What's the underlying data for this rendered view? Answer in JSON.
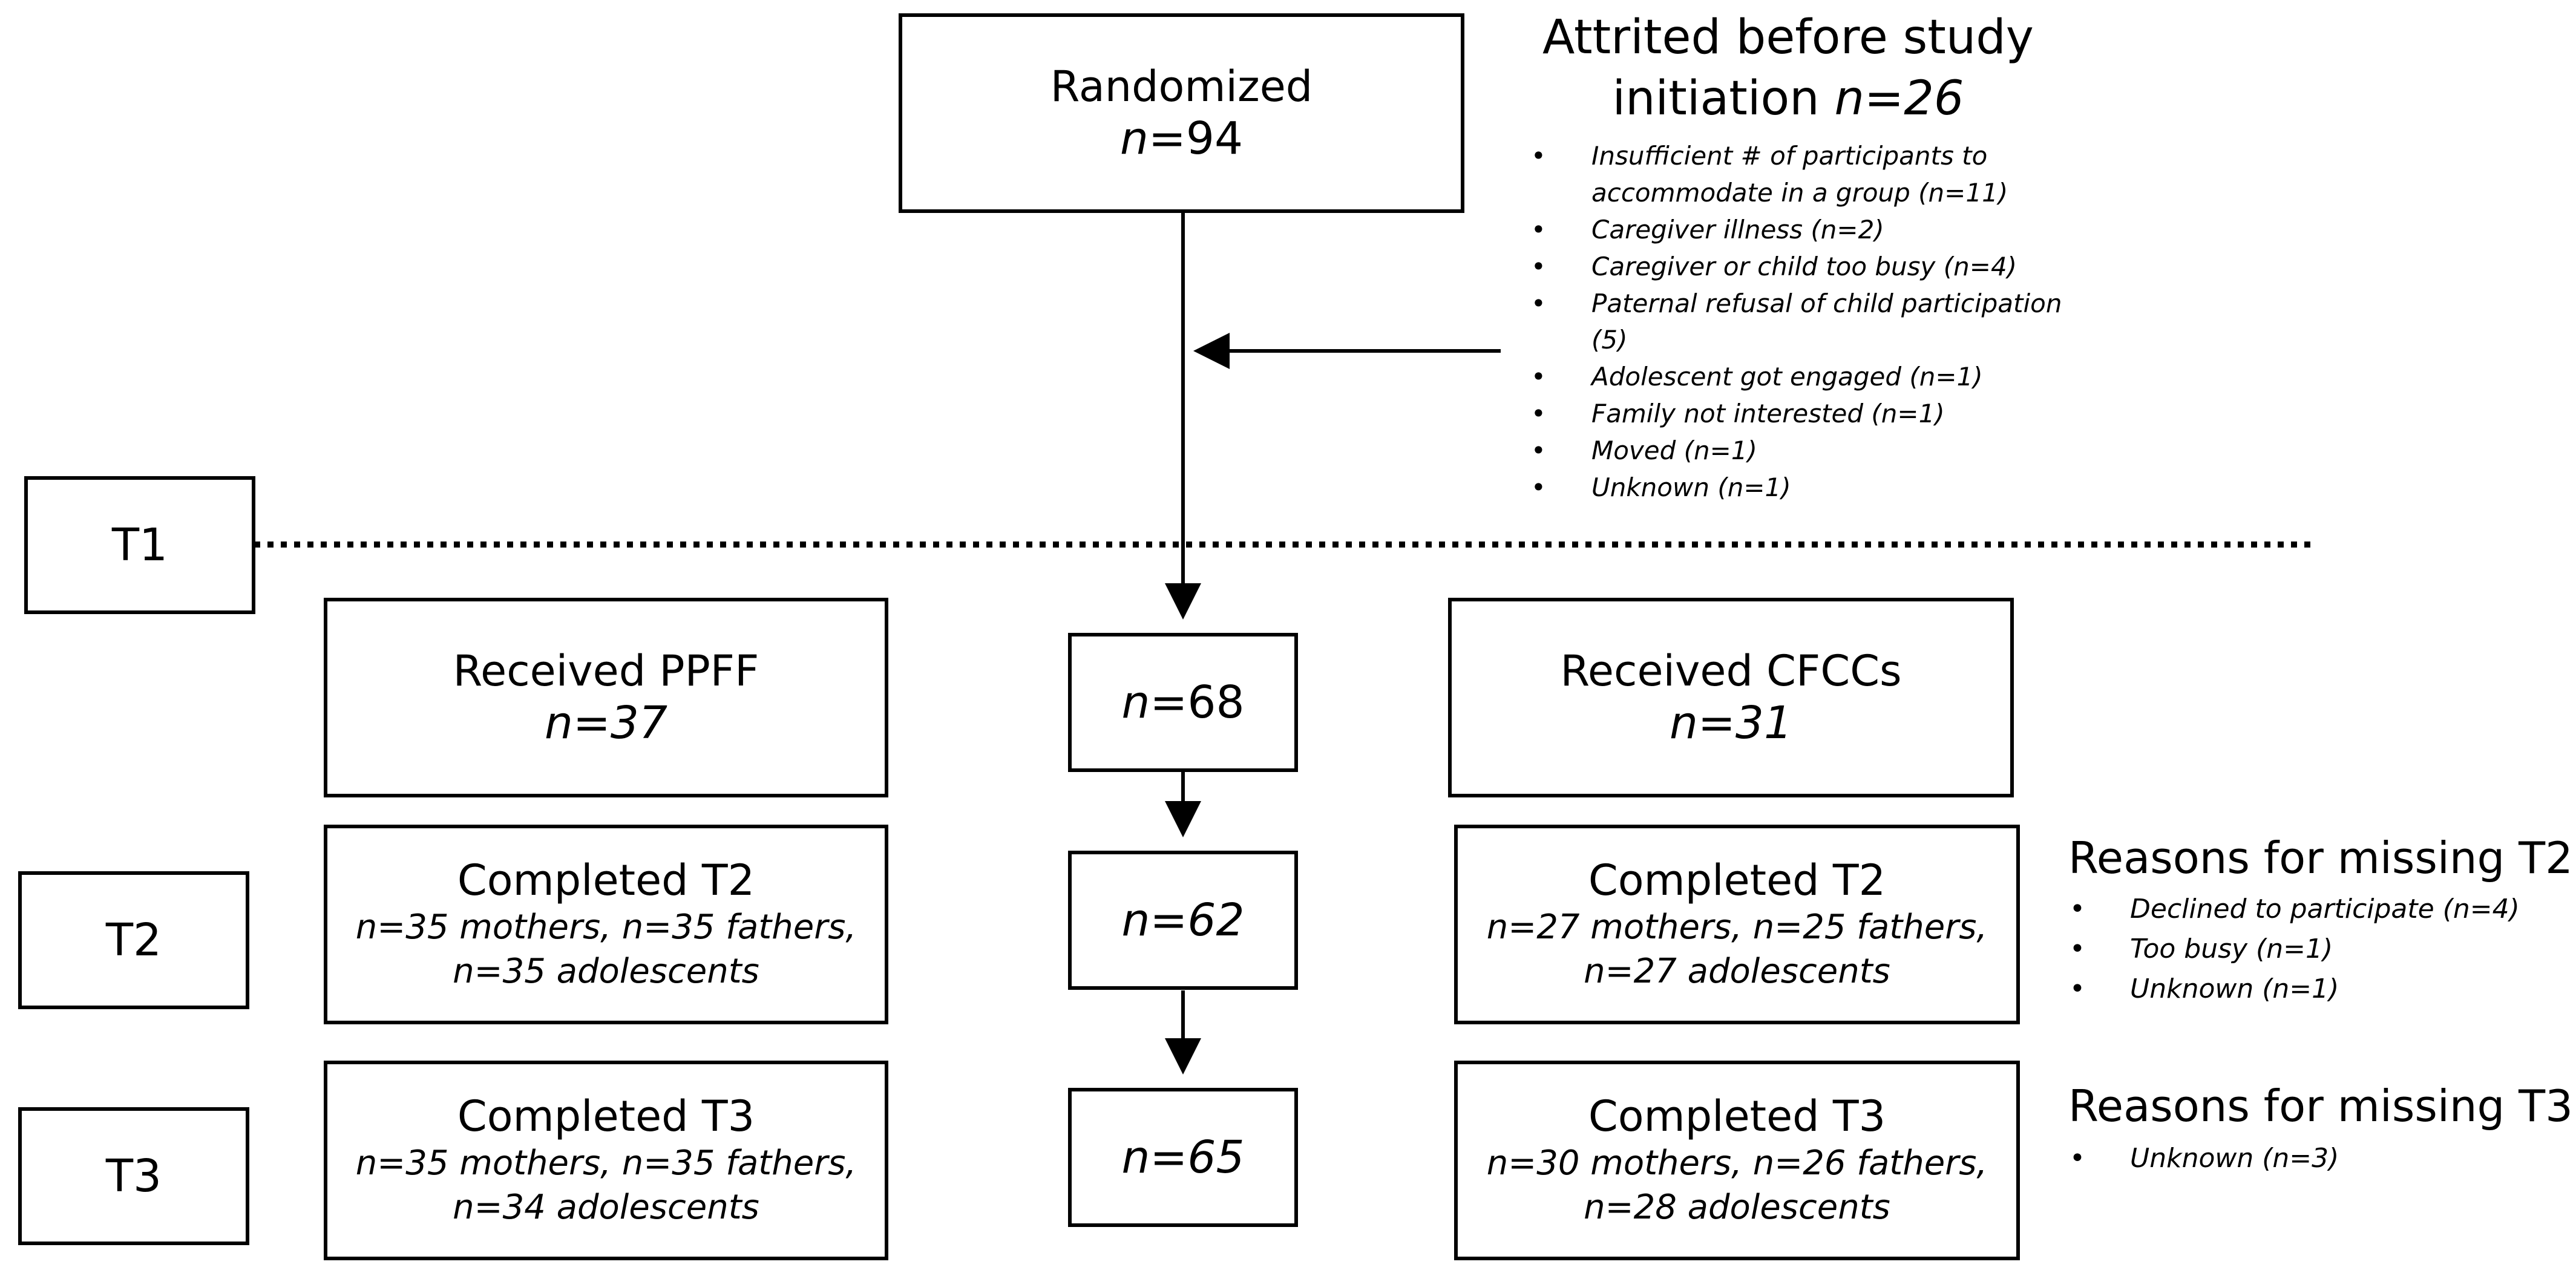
{
  "randomized": {
    "title": "Randomized",
    "n_label": "n",
    "n_value": "=94"
  },
  "attrition": {
    "heading_line1": "Attrited before study",
    "heading_line2_text": "initiation ",
    "heading_line2_n": "n=26",
    "items": [
      "Insufficient # of participants to accommodate in a group (n=11)",
      "Caregiver illness (n=2)",
      "Caregiver or child too busy (n=4)",
      "Paternal refusal of child participation (5)",
      "Adolescent got engaged (n=1)",
      "Family not interested (n=1)",
      "Moved (n=1)",
      "Unknown (n=1)"
    ]
  },
  "timepoints": {
    "t1": "T1",
    "t2": "T2",
    "t3": "T3"
  },
  "center": {
    "n68_label": "n",
    "n68_value": "=68",
    "n62": "n=62",
    "n65": "n=65"
  },
  "ppff": {
    "received_title": "Received PPFF",
    "received_n": "n=37",
    "t2_title": "Completed T2",
    "t2_line1": "n=35 mothers, n=35 fathers,",
    "t2_line2": "n=35 adolescents",
    "t3_title": "Completed T3",
    "t3_line1": "n=35 mothers, n=35 fathers,",
    "t3_line2": "n=34 adolescents"
  },
  "cfccs": {
    "received_title": "Received CFCCs",
    "received_n": "n=31",
    "t2_title": "Completed T2",
    "t2_line1": "n=27 mothers, n=25 fathers,",
    "t2_line2": "n=27 adolescents",
    "t3_title": "Completed T3",
    "t3_line1": "n=30 mothers, n=26 fathers,",
    "t3_line2": "n=28 adolescents"
  },
  "missing_t2": {
    "heading": "Reasons for missing T2",
    "items": [
      "Declined to participate (n=4)",
      "Too busy (n=1)",
      "Unknown (n=1)"
    ]
  },
  "missing_t3": {
    "heading": "Reasons for missing T3",
    "items": [
      "Unknown (n=3)"
    ]
  }
}
